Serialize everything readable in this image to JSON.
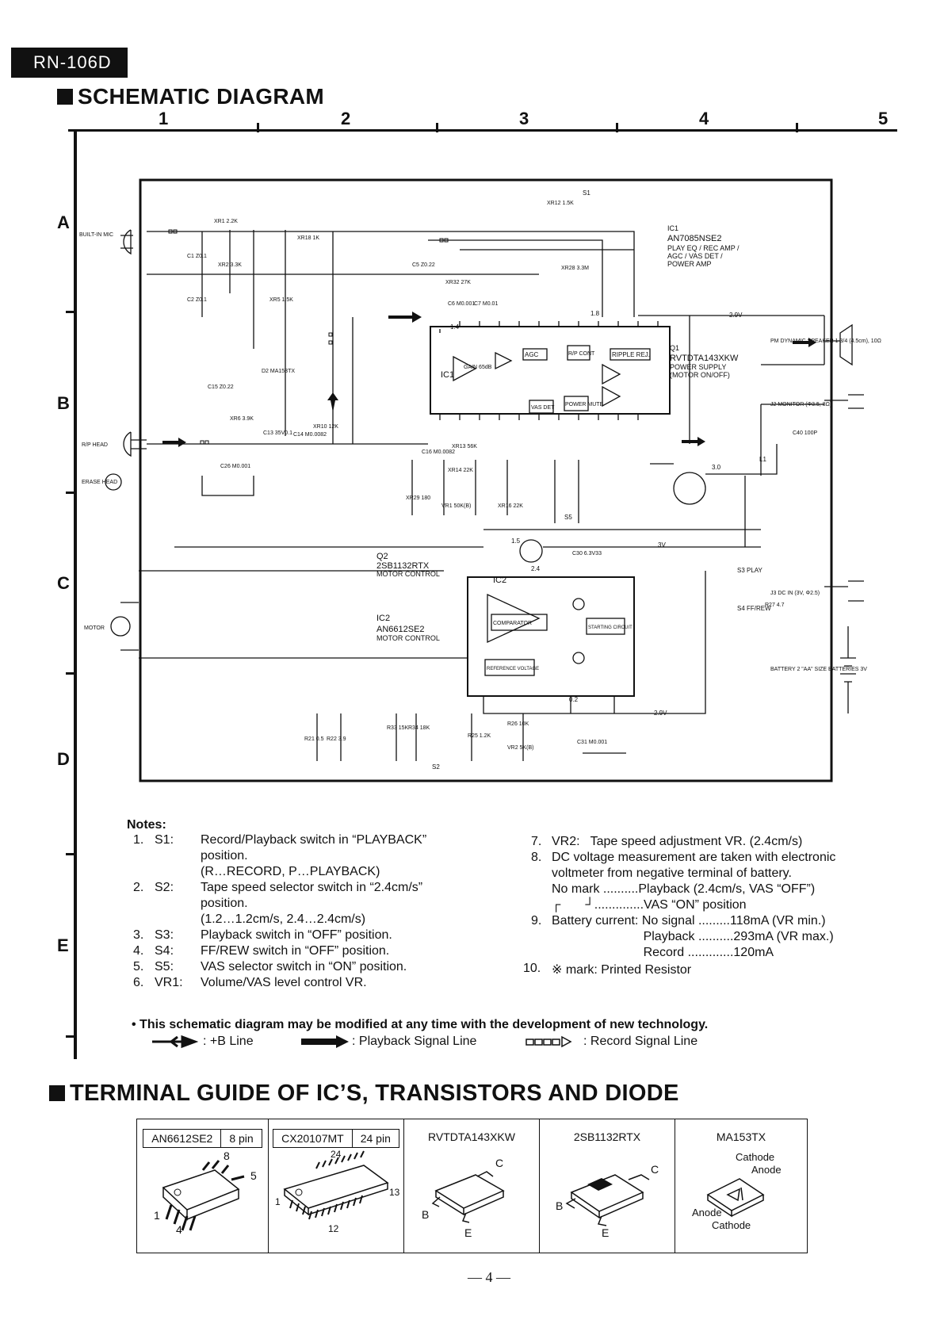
{
  "model": "RN-106D",
  "section_title": "SCHEMATIC DIAGRAM",
  "grid_columns": [
    "1",
    "2",
    "3",
    "4",
    "5"
  ],
  "grid_rows": [
    "A",
    "B",
    "C",
    "D",
    "E"
  ],
  "schematic": {
    "ic1": {
      "ref": "IC1",
      "part": "AN7085NSE2",
      "function": [
        "PLAY EQ / REC AMP /",
        "AGC / VAS DET /",
        "POWER AMP"
      ]
    },
    "q1": {
      "ref": "Q1",
      "part": "RVTDTA143XKW",
      "function": [
        "POWER SUPPLY",
        "(MOTOR ON/OFF)"
      ]
    },
    "q2": {
      "ref": "Q2",
      "part": "2SB1132RTX",
      "function": "MOTOR CONTROL"
    },
    "ic2": {
      "ref": "IC2",
      "part": "AN6612SE2",
      "function": "MOTOR CONTROL"
    },
    "blocks": [
      "AGC",
      "R/P CONT",
      "RIPPLE REJ.",
      "VAS DET",
      "POWER MUTE",
      "COMPARATOR",
      "STARTING CIRCUIT",
      "REFERENCE VOLTAGE",
      "GAIN 65dB"
    ],
    "io": {
      "mic": "BUILT-IN MIC",
      "head": "R/P HEAD",
      "erase": "ERASE HEAD",
      "motor": "MOTOR",
      "speaker": "PM DYNAMIC SPEAKER 1 3/4 (4.5cm), 10Ω",
      "monitor": "J2 MONITOR (Φ3.5, 8Ω)",
      "dcin": "J3 DC IN (3V, Φ2.5)",
      "battery": "BATTERY 2 \"AA\" SIZE BATTERIES 3V"
    },
    "switches": [
      "S1",
      "S2",
      "S3 PLAY",
      "S4 FF/REW",
      "S5"
    ],
    "components": [
      "XR1 2.2K",
      "XR2 3.3K",
      "XR5 1.5K",
      "XR6 3.9K",
      "XR10 12K",
      "XR12 1.5K",
      "XR13 56K",
      "XR14 22K",
      "XR16 22K",
      "XR18 1K",
      "XR28 3.3M",
      "XR29 180",
      "XR32 27K",
      "C1 Z0.1",
      "C2 Z0.1",
      "C5 Z0.22",
      "C6 M0.001",
      "C7 M0.01",
      "C13 35V0.1",
      "C14 M0.0082",
      "C15 Z0.22",
      "C16 M0.0082",
      "C26 M0.001",
      "C30 6.3V33",
      "C31 M0.001",
      "C40 100P",
      "R21 0.5",
      "R22 3.9",
      "R25 1.2K",
      "R26 10K",
      "R27 4.7",
      "R33 15K",
      "R34 18K",
      "VR1 50K(B)",
      "VR2 5K(B)",
      "D2 MA153TX",
      "L1"
    ],
    "voltages": [
      "2.9V",
      "3V",
      "2.9V",
      "1.4",
      "1.5",
      "1.8",
      "3.0",
      "2.4",
      "0.2"
    ]
  },
  "notes_title": "Notes:",
  "notes_left": [
    {
      "num": "1.",
      "ref": "S1:",
      "lines": [
        "Record/Playback switch in “PLAYBACK”",
        "position.",
        "(R…RECORD, P…PLAYBACK)"
      ]
    },
    {
      "num": "2.",
      "ref": "S2:",
      "lines": [
        "Tape speed selector switch in “2.4cm/s”",
        "position.",
        "(1.2…1.2cm/s, 2.4…2.4cm/s)"
      ]
    },
    {
      "num": "3.",
      "ref": "S3:",
      "lines": [
        "Playback switch in “OFF” position."
      ]
    },
    {
      "num": "4.",
      "ref": "S4:",
      "lines": [
        "FF/REW switch in “OFF” position."
      ]
    },
    {
      "num": "5.",
      "ref": "S5:",
      "lines": [
        "VAS selector switch in “ON” position."
      ]
    },
    {
      "num": "6.",
      "ref": "VR1:",
      "lines": [
        "Volume/VAS level control VR."
      ]
    }
  ],
  "notes_right": [
    {
      "num": "7.",
      "lines": [
        "VR2:   Tape speed adjustment VR. (2.4cm/s)"
      ]
    },
    {
      "num": "8.",
      "lines": [
        "DC voltage measurement are taken with electronic",
        "voltmeter from negative terminal of battery.",
        "No mark ..........Playback (2.4cm/s, VAS “OFF”)",
        "┌       ┘..............VAS “ON” position"
      ]
    },
    {
      "num": "9.",
      "lines": [
        "Battery current: No signal .........118mA (VR min.)",
        "                          Playback ..........293mA (VR max.)",
        "                          Record .............120mA"
      ]
    },
    {
      "num": "10.",
      "lines": [
        "※ mark: Printed Resistor"
      ]
    }
  ],
  "disclaimer": "• This schematic diagram may be modified at any time with the development of new technology.",
  "legend": {
    "b_line": ": +B Line",
    "playback": ": Playback Signal Line",
    "record": ": Record Signal Line"
  },
  "terminal_title": "TERMINAL GUIDE OF IC’S, TRANSISTORS AND DIODE",
  "terminal_guide": [
    {
      "name": "AN6612SE2",
      "pins": "8 pin",
      "labels": [
        "8",
        "5",
        "1",
        "4"
      ]
    },
    {
      "name": "CX20107MT",
      "pins": "24 pin",
      "labels": [
        "24",
        "13",
        "1",
        "12"
      ]
    },
    {
      "name": "RVTDTA143XKW",
      "pins": "",
      "labels": [
        "C",
        "B",
        "E"
      ]
    },
    {
      "name": "2SB1132RTX",
      "pins": "",
      "labels": [
        "C",
        "B",
        "E"
      ]
    },
    {
      "name": "MA153TX",
      "pins": "",
      "labels": [
        "Cathode",
        "Anode",
        "Anode",
        "Cathode"
      ]
    }
  ],
  "page_number": "— 4 —"
}
